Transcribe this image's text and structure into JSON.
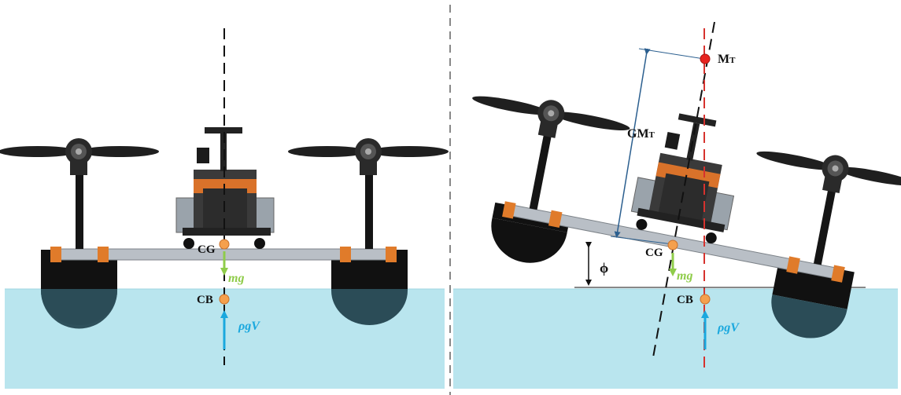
{
  "left_panel": {
    "cg_label": "CG",
    "cb_label": "CB",
    "weight_label": "mg",
    "buoyancy_label": "ρgV"
  },
  "right_panel": {
    "cg_label": "CG",
    "cb_label": "CB",
    "weight_label": "mg",
    "buoyancy_label": "ρgV",
    "metacenter_label": "M",
    "metacenter_sub": "T",
    "gm_label": "GM",
    "gm_sub": "T",
    "angle_label": "ϕ"
  },
  "colors": {
    "water": "#b9e5ee",
    "water_edge": "#9fd6e2",
    "point": "#f5a04d",
    "point_stroke": "#c8702a",
    "metacenter": "#e8231f",
    "weight_arrow": "#8fcc4a",
    "buoyancy_arrow": "#1aa8de",
    "vertical_ref": "#d6322e",
    "dimension": "#2b5f8f"
  }
}
